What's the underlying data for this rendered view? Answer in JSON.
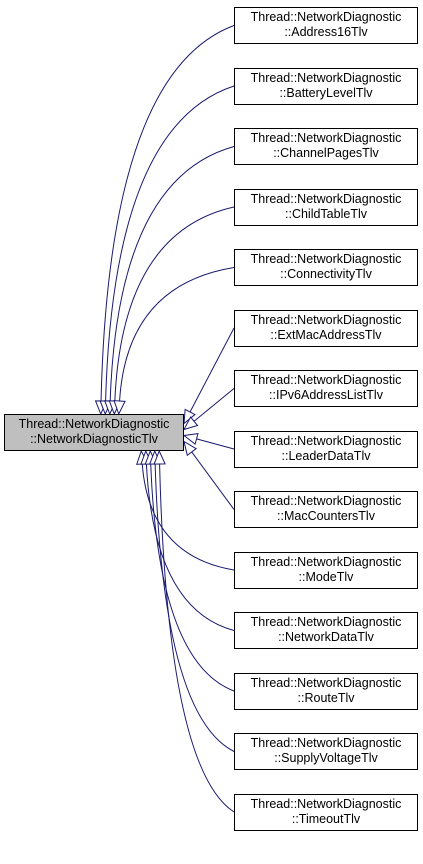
{
  "base": {
    "line1": "Thread::NetworkDiagnostic",
    "line2": "::NetworkDiagnosticTlv"
  },
  "children": [
    {
      "line1": "Thread::NetworkDiagnostic",
      "line2": "::Address16Tlv"
    },
    {
      "line1": "Thread::NetworkDiagnostic",
      "line2": "::BatteryLevelTlv"
    },
    {
      "line1": "Thread::NetworkDiagnostic",
      "line2": "::ChannelPagesTlv"
    },
    {
      "line1": "Thread::NetworkDiagnostic",
      "line2": "::ChildTableTlv"
    },
    {
      "line1": "Thread::NetworkDiagnostic",
      "line2": "::ConnectivityTlv"
    },
    {
      "line1": "Thread::NetworkDiagnostic",
      "line2": "::ExtMacAddressTlv"
    },
    {
      "line1": "Thread::NetworkDiagnostic",
      "line2": "::IPv6AddressListTlv"
    },
    {
      "line1": "Thread::NetworkDiagnostic",
      "line2": "::LeaderDataTlv"
    },
    {
      "line1": "Thread::NetworkDiagnostic",
      "line2": "::MacCountersTlv"
    },
    {
      "line1": "Thread::NetworkDiagnostic",
      "line2": "::ModeTlv"
    },
    {
      "line1": "Thread::NetworkDiagnostic",
      "line2": "::NetworkDataTlv"
    },
    {
      "line1": "Thread::NetworkDiagnostic",
      "line2": "::RouteTlv"
    },
    {
      "line1": "Thread::NetworkDiagnostic",
      "line2": "::SupplyVoltageTlv"
    },
    {
      "line1": "Thread::NetworkDiagnostic",
      "line2": "::TimeoutTlv"
    }
  ],
  "colors": {
    "edge": "#191970",
    "base_fill": "#bfbfbf",
    "node_fill": "#ffffff",
    "border": "#000000"
  }
}
